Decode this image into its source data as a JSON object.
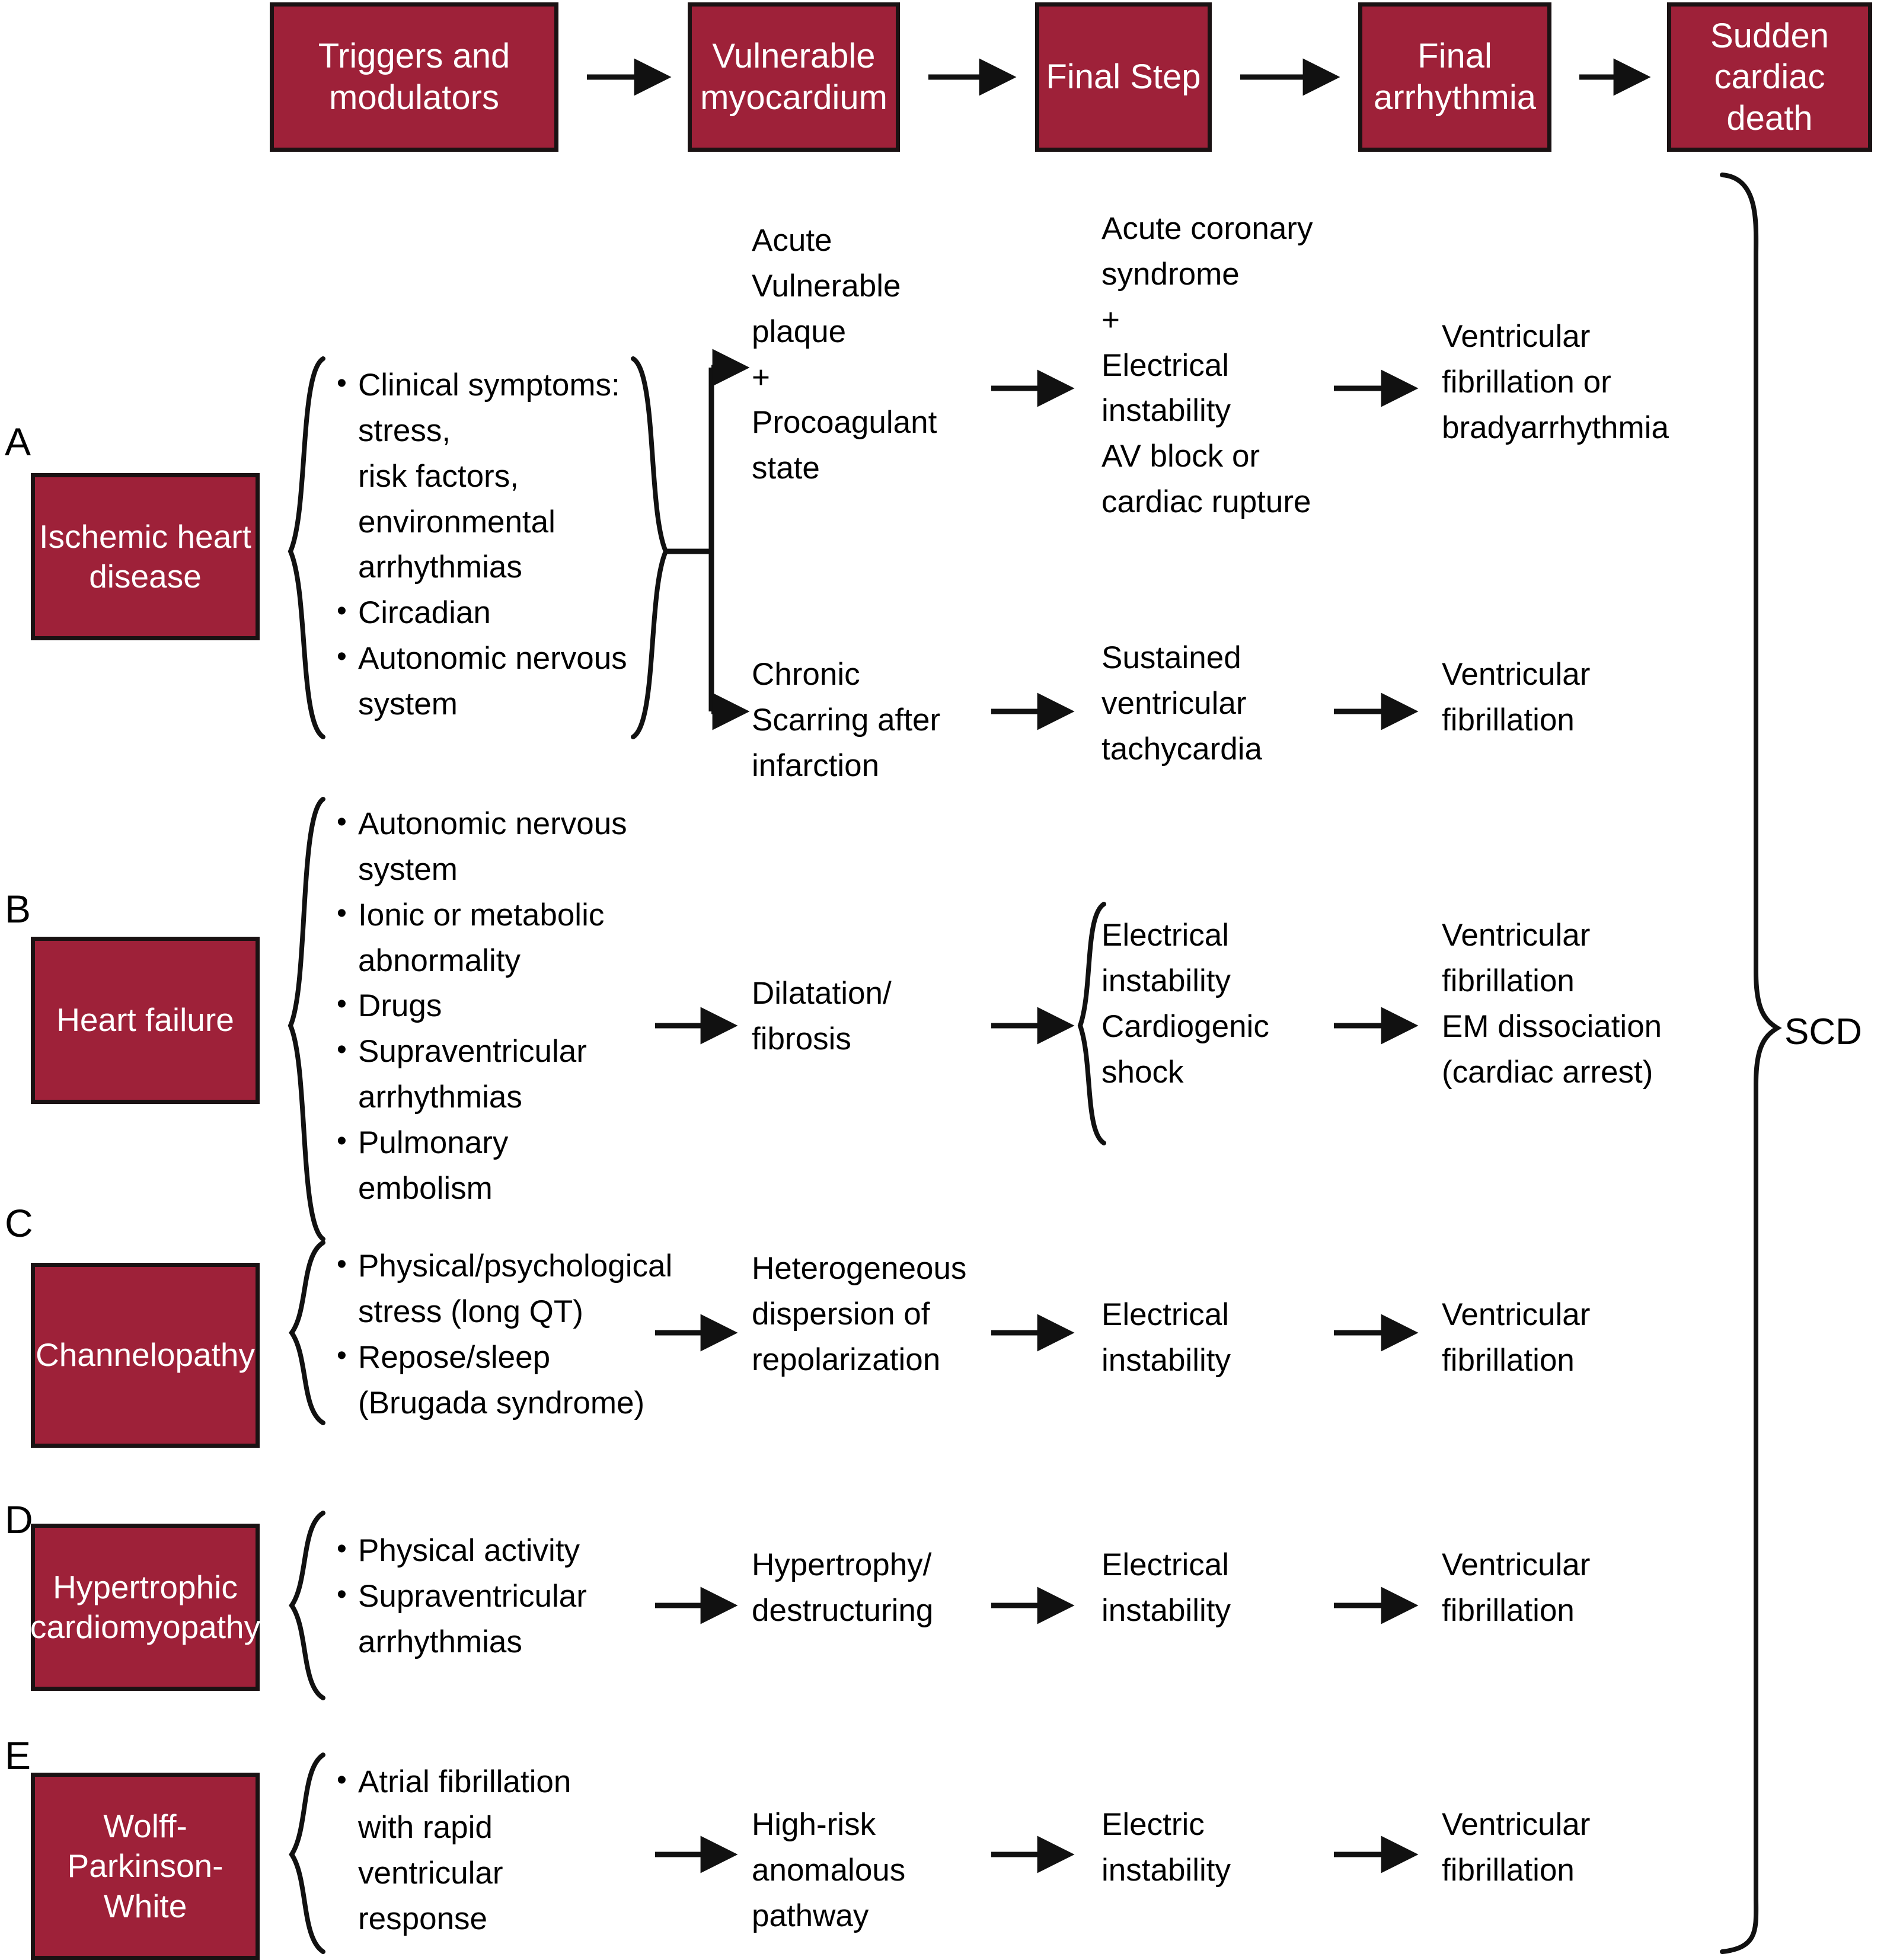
{
  "header": {
    "boxes": [
      {
        "label": "Triggers and\nmodulators"
      },
      {
        "label": "Vulnerable\nmyocardium"
      },
      {
        "label": "Final Step"
      },
      {
        "label": "Final\narrhythmia"
      },
      {
        "label": "Sudden\ncardiac\ndeath"
      }
    ]
  },
  "outcome": {
    "scd_label": "SCD"
  },
  "rows": [
    {
      "letter": "A",
      "disease": "Ischemic\nheart disease",
      "triggers": [
        {
          "bullet": true,
          "text": "Clinical symptoms:"
        },
        {
          "bullet": false,
          "text": "stress,"
        },
        {
          "bullet": false,
          "text": "risk factors,"
        },
        {
          "bullet": false,
          "text": "environmental"
        },
        {
          "bullet": false,
          "text": "arrhythmias"
        },
        {
          "bullet": true,
          "text": "Circadian"
        },
        {
          "bullet": true,
          "text": "Autonomic nervous"
        },
        {
          "bullet": false,
          "text": "system"
        }
      ],
      "branches": [
        {
          "myocardium": "Acute\nVulnerable\nplaque\n+\nProcoagulant\nstate",
          "final_step": "Acute coronary\nsyndrome\n+\nElectrical\ninstability\nAV block or\ncardiac rupture",
          "arrhythmia": "Ventricular\nfibrillation or\nbradyarrhythmia"
        },
        {
          "myocardium": "Chronic\nScarring after\ninfarction",
          "final_step": "Sustained\nventricular\ntachycardia",
          "arrhythmia": "Ventricular\nfibrillation"
        }
      ]
    },
    {
      "letter": "B",
      "disease": "Heart failure",
      "triggers": [
        {
          "bullet": true,
          "text": "Autonomic nervous"
        },
        {
          "bullet": false,
          "text": "system"
        },
        {
          "bullet": true,
          "text": "Ionic or metabolic"
        },
        {
          "bullet": false,
          "text": "abnormality"
        },
        {
          "bullet": true,
          "text": "Drugs"
        },
        {
          "bullet": true,
          "text": "Supraventricular"
        },
        {
          "bullet": false,
          "text": "arrhythmias"
        },
        {
          "bullet": true,
          "text": "Pulmonary embolism"
        }
      ],
      "branches": [
        {
          "myocardium": "Dilatation/\nfibrosis",
          "final_step": "Electrical\ninstability\nCardiogenic\nshock",
          "final_step_braced": true,
          "arrhythmia": "Ventricular\nfibrillation\nEM dissociation\n(cardiac arrest)"
        }
      ]
    },
    {
      "letter": "C",
      "disease": "Channelopathy",
      "triggers": [
        {
          "bullet": true,
          "text": "Physical/psychological"
        },
        {
          "bullet": false,
          "text": "stress (long QT)"
        },
        {
          "bullet": true,
          "text": "Repose/sleep"
        },
        {
          "bullet": false,
          "text": "(Brugada syndrome)"
        }
      ],
      "branches": [
        {
          "myocardium": "Heterogeneous\ndispersion of\nrepolarization",
          "final_step": "Electrical\ninstability",
          "arrhythmia": "Ventricular\nfibrillation"
        }
      ]
    },
    {
      "letter": "D",
      "disease": "Hypertrophic\ncardiomyopathy",
      "triggers": [
        {
          "bullet": true,
          "text": "Physical activity"
        },
        {
          "bullet": true,
          "text": "Supraventricular"
        },
        {
          "bullet": false,
          "text": "arrhythmias"
        }
      ],
      "branches": [
        {
          "myocardium": "Hypertrophy/\ndestructuring",
          "final_step": "Electrical\ninstability",
          "arrhythmia": "Ventricular\nfibrillation"
        }
      ]
    },
    {
      "letter": "E",
      "disease": "Wolff-\nParkinson-\nWhite",
      "triggers": [
        {
          "bullet": true,
          "text": "Atrial fibrillation"
        },
        {
          "bullet": false,
          "text": "with rapid"
        },
        {
          "bullet": false,
          "text": "ventricular"
        },
        {
          "bullet": false,
          "text": "response"
        }
      ],
      "branches": [
        {
          "myocardium": "High-risk\nanomalous\npathway",
          "final_step": "Electric\ninstability",
          "arrhythmia": "Ventricular\nfibrillation"
        }
      ]
    }
  ],
  "colors": {
    "box_fill": "#9E2139",
    "box_border": "#1a1213",
    "text": "#000000",
    "box_text": "#ffffff"
  }
}
